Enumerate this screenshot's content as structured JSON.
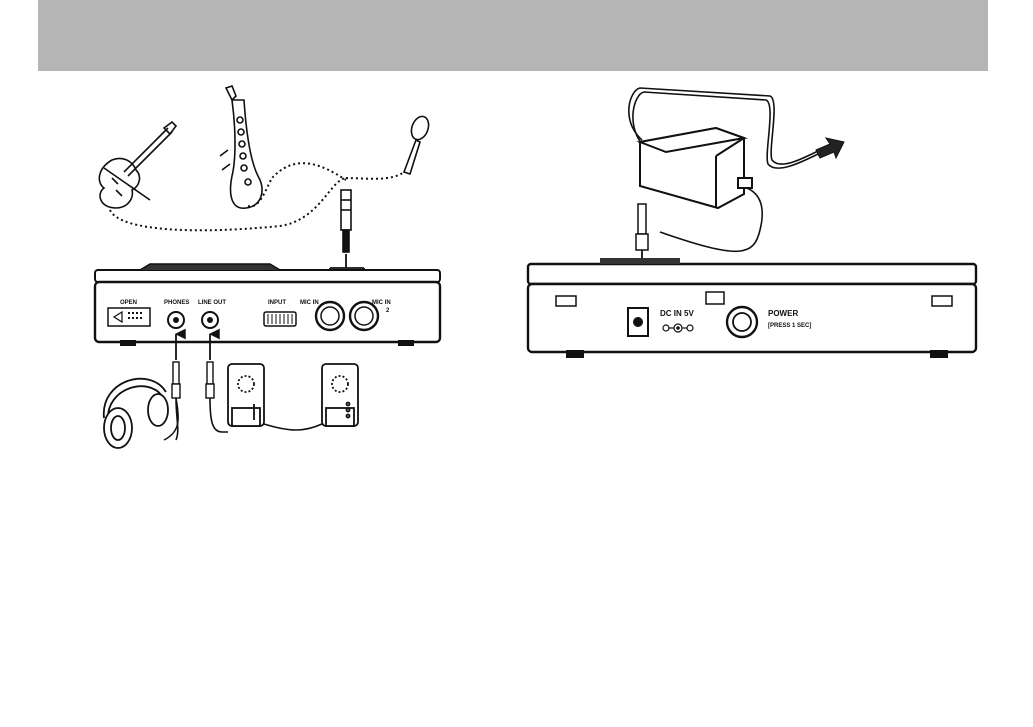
{
  "header": {
    "color": "#b5b5b5"
  },
  "left_diagram": {
    "panel_labels": {
      "open": "OPEN",
      "phones": "PHONES",
      "line_out": "LINE OUT",
      "input": "INPUT",
      "mic_in_1": "MIC IN",
      "mic_in_2": "MIC IN",
      "mic_in_2_number": "2"
    },
    "sources": [
      "violin-icon",
      "saxophone-icon",
      "microphone-icon"
    ],
    "outputs": [
      "headphones-icon",
      "speaker-icon",
      "speaker-icon"
    ]
  },
  "right_diagram": {
    "panel_labels": {
      "dc_in": "DC IN 5V",
      "power": "POWER",
      "press_note": "[PRESS 1 SEC]"
    },
    "accessories": [
      "ac-adapter-icon",
      "wall-plug-arrow-icon"
    ]
  }
}
